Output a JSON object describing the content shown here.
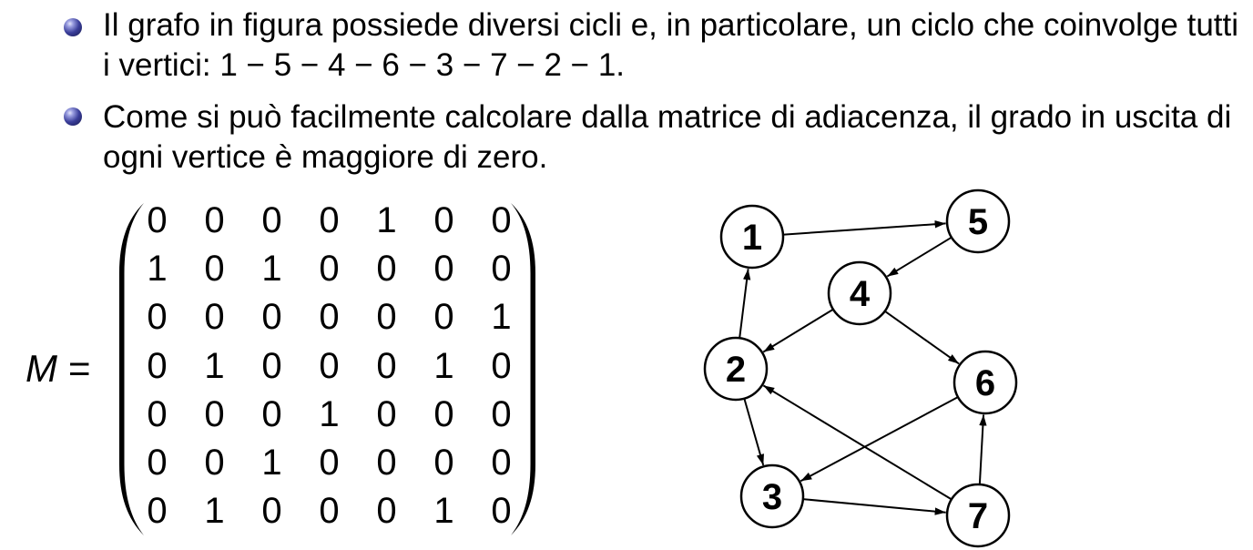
{
  "bullets": [
    {
      "lines": [
        "Il grafo in figura possiede diversi cicli e, in particolare, un ciclo che coinvolge tutti",
        "i vertici: 1 − 5 − 4 − 6 − 3 − 7 − 2 − 1."
      ]
    },
    {
      "lines": [
        "Come si può facilmente calcolare dalla matrice di adiacenza, il grado in uscita di",
        "ogni vertice è maggiore di zero."
      ]
    }
  ],
  "matrix": {
    "name": "M",
    "equals": "=",
    "rows": [
      [
        0,
        0,
        0,
        0,
        1,
        0,
        0
      ],
      [
        1,
        0,
        1,
        0,
        0,
        0,
        0
      ],
      [
        0,
        0,
        0,
        0,
        0,
        0,
        1
      ],
      [
        0,
        1,
        0,
        0,
        0,
        1,
        0
      ],
      [
        0,
        0,
        0,
        1,
        0,
        0,
        0
      ],
      [
        0,
        0,
        1,
        0,
        0,
        0,
        0
      ],
      [
        0,
        1,
        0,
        0,
        0,
        1,
        0
      ]
    ]
  },
  "graph": {
    "nodes": [
      "1",
      "2",
      "3",
      "4",
      "5",
      "6",
      "7"
    ],
    "edges": [
      [
        "1",
        "5"
      ],
      [
        "2",
        "1"
      ],
      [
        "2",
        "3"
      ],
      [
        "3",
        "7"
      ],
      [
        "4",
        "2"
      ],
      [
        "4",
        "6"
      ],
      [
        "5",
        "4"
      ],
      [
        "6",
        "3"
      ],
      [
        "7",
        "2"
      ],
      [
        "7",
        "6"
      ]
    ]
  },
  "colors": {
    "bullet": "#3a3e9a",
    "text": "#000000"
  }
}
